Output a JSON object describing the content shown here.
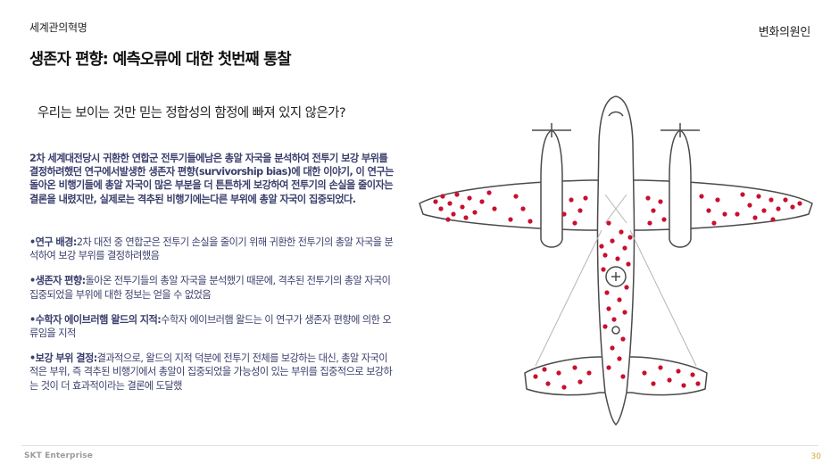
{
  "header": {
    "category": "세계관의혁명",
    "section": "변화의원인"
  },
  "slide": {
    "title": "생존자 편향: 예측오류에 대한 첫번째 통찰",
    "question": "우리는 보이는 것만 믿는 정합성의 함정에 빠져 있지 않은가?",
    "intro": "2차 세계대전당시 귀환한 연합군 전투기들에남은 총알 자국을 분석하여 전투기 보강 부위를 결정하려했던 연구에서발생한 생존자 편향(survivorship bias)에 대한 이야기, 이 연구는 돌아온 비행기들에 총알 자국이 많은 부분을 더 튼튼하게 보강하여 전투기의 손실을 줄이자는 결론을 내렸지만, 실제로는 격추된 비행기에는다른 부위에 총알 자국이 집중되었다.",
    "bullets": [
      {
        "head": "•연구 배경:",
        "text": "2차 대전 중 연합군은 전투기 손실을 줄이기 위해 귀환한 전투기의 총알 자국을 분석하여 보강 부위를 결정하려했음"
      },
      {
        "head": "•생존자 편향:",
        "text": "돌아온 전투기들의 총알 자국을 분석했기 때문에, 격추된 전투기의 총알 자국이 집중되었을 부위에 대한 정보는 얻을 수 없었음"
      },
      {
        "head": "•수학자 에이브러햄 왈드의 지적:",
        "text": "수학자 에이브러햄 왈드는 이 연구가 생존자 편향에 의한 오류임을 지적"
      },
      {
        "head": "•보강 부위 결정:",
        "text": "결과적으로, 왈드의 지적 덕분에 전투기 전체를 보강하는 대신, 총알 자국이 적은 부위, 즉 격추된 비행기에서 총알이 집중되었을 가능성이 있는 부위를 집중적으로 보강하는 것이 더 효과적이라는 결론에 도달했"
      }
    ]
  },
  "figure": {
    "subject": "airplane-with-bullet-holes",
    "dot_color": "#c8102e"
  },
  "footer": {
    "brand": "SKT Enterprise",
    "page": "30"
  }
}
